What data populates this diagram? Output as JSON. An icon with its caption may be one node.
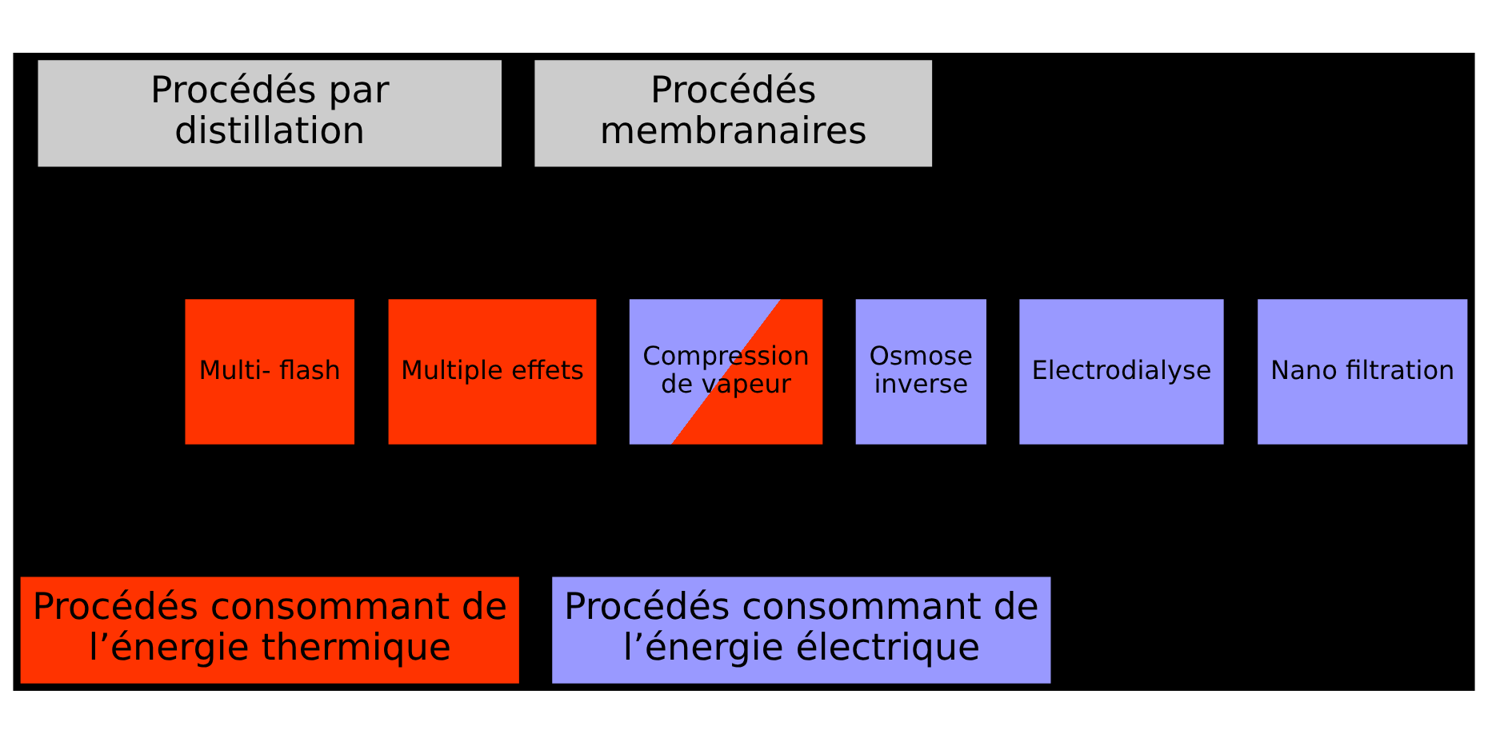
{
  "diagram": {
    "nodes": [
      {
        "text": [
          "Procédés par distillation"
        ]
      },
      {
        "text": [
          "Procédés membranaires"
        ]
      },
      {
        "text": [
          "Multi- flash"
        ]
      },
      {
        "text": [
          "Multiple effets"
        ]
      },
      {
        "text": [
          "Compression de vapeur"
        ]
      },
      {
        "text": [
          "Osmose inverse"
        ]
      },
      {
        "text": [
          "Electrodialyse"
        ]
      },
      {
        "text": [
          "Nano filtration"
        ]
      },
      {
        "text": [
          "Procédés consommant de l’énergie thermique"
        ]
      },
      {
        "text": [
          "Procédés consommant de l’énergie électrique"
        ]
      }
    ]
  }
}
